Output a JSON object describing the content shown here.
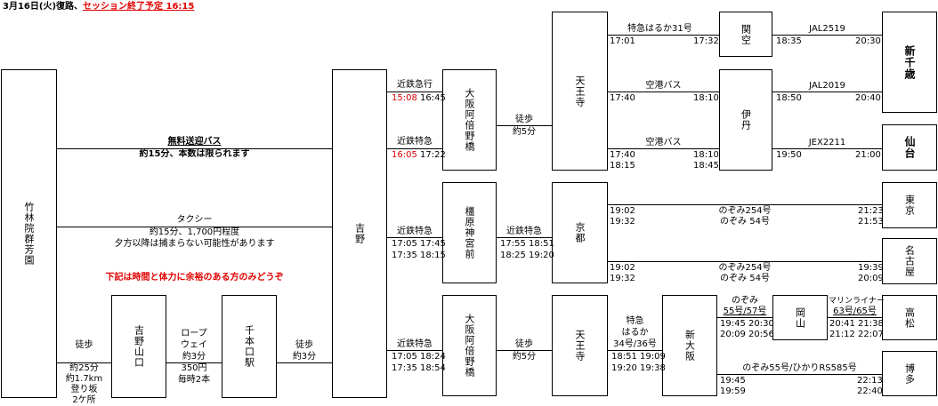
{
  "header": {
    "date": "3月16日(火)復路、",
    "session_end": "セッション終了予定 16:15"
  },
  "stations": {
    "chikurin": "竹林院群芳園",
    "yoshino": "吉野",
    "abeno1": "大阪阿倍野橋",
    "abeno2": "大阪阿倍野橋",
    "abeno3": "大阪阿倍野橋",
    "kashihara": "橿原神宮前",
    "tennoji1": "天王寺",
    "tennoji2": "天王寺",
    "kyoto": "京都",
    "kanku": "関空",
    "itami": "伊丹",
    "shinchitose": "新千歳",
    "sendai": "仙台",
    "tokyo": "東京",
    "nagoya": "名古屋",
    "yoshinoyama": "吉野山口",
    "senbon": "千本口駅",
    "shinosaka": "新大阪",
    "okayama": "岡山",
    "takamatsu": "高松",
    "hakata": "博多"
  },
  "routes": {
    "bus_title": "無料送迎バス",
    "bus_note": "約15分、本数は限られます",
    "taxi_title": "タクシー",
    "taxi_note1": "約15分、1,700円程度",
    "taxi_note2": "夕方以降は捕まらない可能性があります",
    "notice": "下記は時間と体力に余裕のある方のみどうぞ",
    "walk_a": "徒歩",
    "walk_a_note1": "約25分",
    "walk_a_note2": "約1.7km",
    "walk_a_note3": "登り坂",
    "walk_a_note4": "2ケ所",
    "rope1": "ロープ",
    "rope2": "ウェイ",
    "rope3": "約3分",
    "rope4": "350円",
    "rope5": "毎時2本",
    "walk_b": "徒歩",
    "walk_b_note": "約3分"
  },
  "yoshino_out": {
    "r1_name": "近鉄急行",
    "r1_dep": "15:08",
    "r1_arr": "16:45",
    "r2_name": "近鉄特急",
    "r2_dep": "16:05",
    "r2_arr": "17:22",
    "r3_name": "近鉄特急",
    "r3_t1": "17:05 17:45",
    "r3_t2": "17:35 18:15",
    "r4_name": "近鉄特急",
    "r4_t1": "17:05 18:24",
    "r4_t2": "17:35 18:54"
  },
  "abeno_walk": {
    "w1": "徒歩",
    "w1n": "約5分",
    "w2": "徒歩",
    "w2n": "約5分"
  },
  "kashihara_out": {
    "name": "近鉄特急",
    "t1": "17:55 18:51",
    "t2": "18:25 19:20"
  },
  "tennoji1_out": {
    "haruka": "特急はるか31号",
    "haruka_dep": "17:01",
    "haruka_arr": "17:32",
    "bus1": "空港バス",
    "bus1_dep": "17:40",
    "bus1_arr": "18:10",
    "bus2": "空港バス",
    "bus2_dep1": "17:40",
    "bus2_arr1": "18:10",
    "bus2_dep2": "18:15",
    "bus2_arr2": "18:45"
  },
  "flights": {
    "f1": "JAL2519",
    "f1_dep": "18:35",
    "f1_arr": "20:30",
    "f2": "JAL2019",
    "f2_dep": "18:50",
    "f2_arr": "20:40",
    "f3": "JEX2211",
    "f3_dep": "19:50",
    "f3_arr": "21:00"
  },
  "kyoto_out": {
    "tokyo_a": "のぞみ254号",
    "tokyo_b": "のぞみ 54号",
    "tokyo_dep1": "19:02",
    "tokyo_dep2": "19:32",
    "tokyo_arr1": "21:23",
    "tokyo_arr2": "21:53",
    "nagoya_a": "のぞみ254号",
    "nagoya_b": "のぞみ 54号",
    "nagoya_dep1": "19:02",
    "nagoya_dep2": "19:32",
    "nagoya_arr1": "19:39",
    "nagoya_arr2": "20:09"
  },
  "tennoji2_out": {
    "l1": "特急",
    "l2": "はるか",
    "l3": "34号/36号",
    "t1": "18:51 19:09",
    "t2": "19:20 19:38"
  },
  "shinosaka_out": {
    "nozomi": "のぞみ",
    "nozomi_no": "55号/57号",
    "t1": "19:45 20:30",
    "t2": "20:09 20:56",
    "marine": "マリンライナー",
    "marine_no": "63号/65号",
    "m1": "20:41 21:38",
    "m2": "21:12 22:07",
    "hakata": "のぞみ55号/ひかりRS585号",
    "h_dep1": "19:45",
    "h_dep2": "19:59",
    "h_arr1": "22:13",
    "h_arr2": "22:40"
  }
}
